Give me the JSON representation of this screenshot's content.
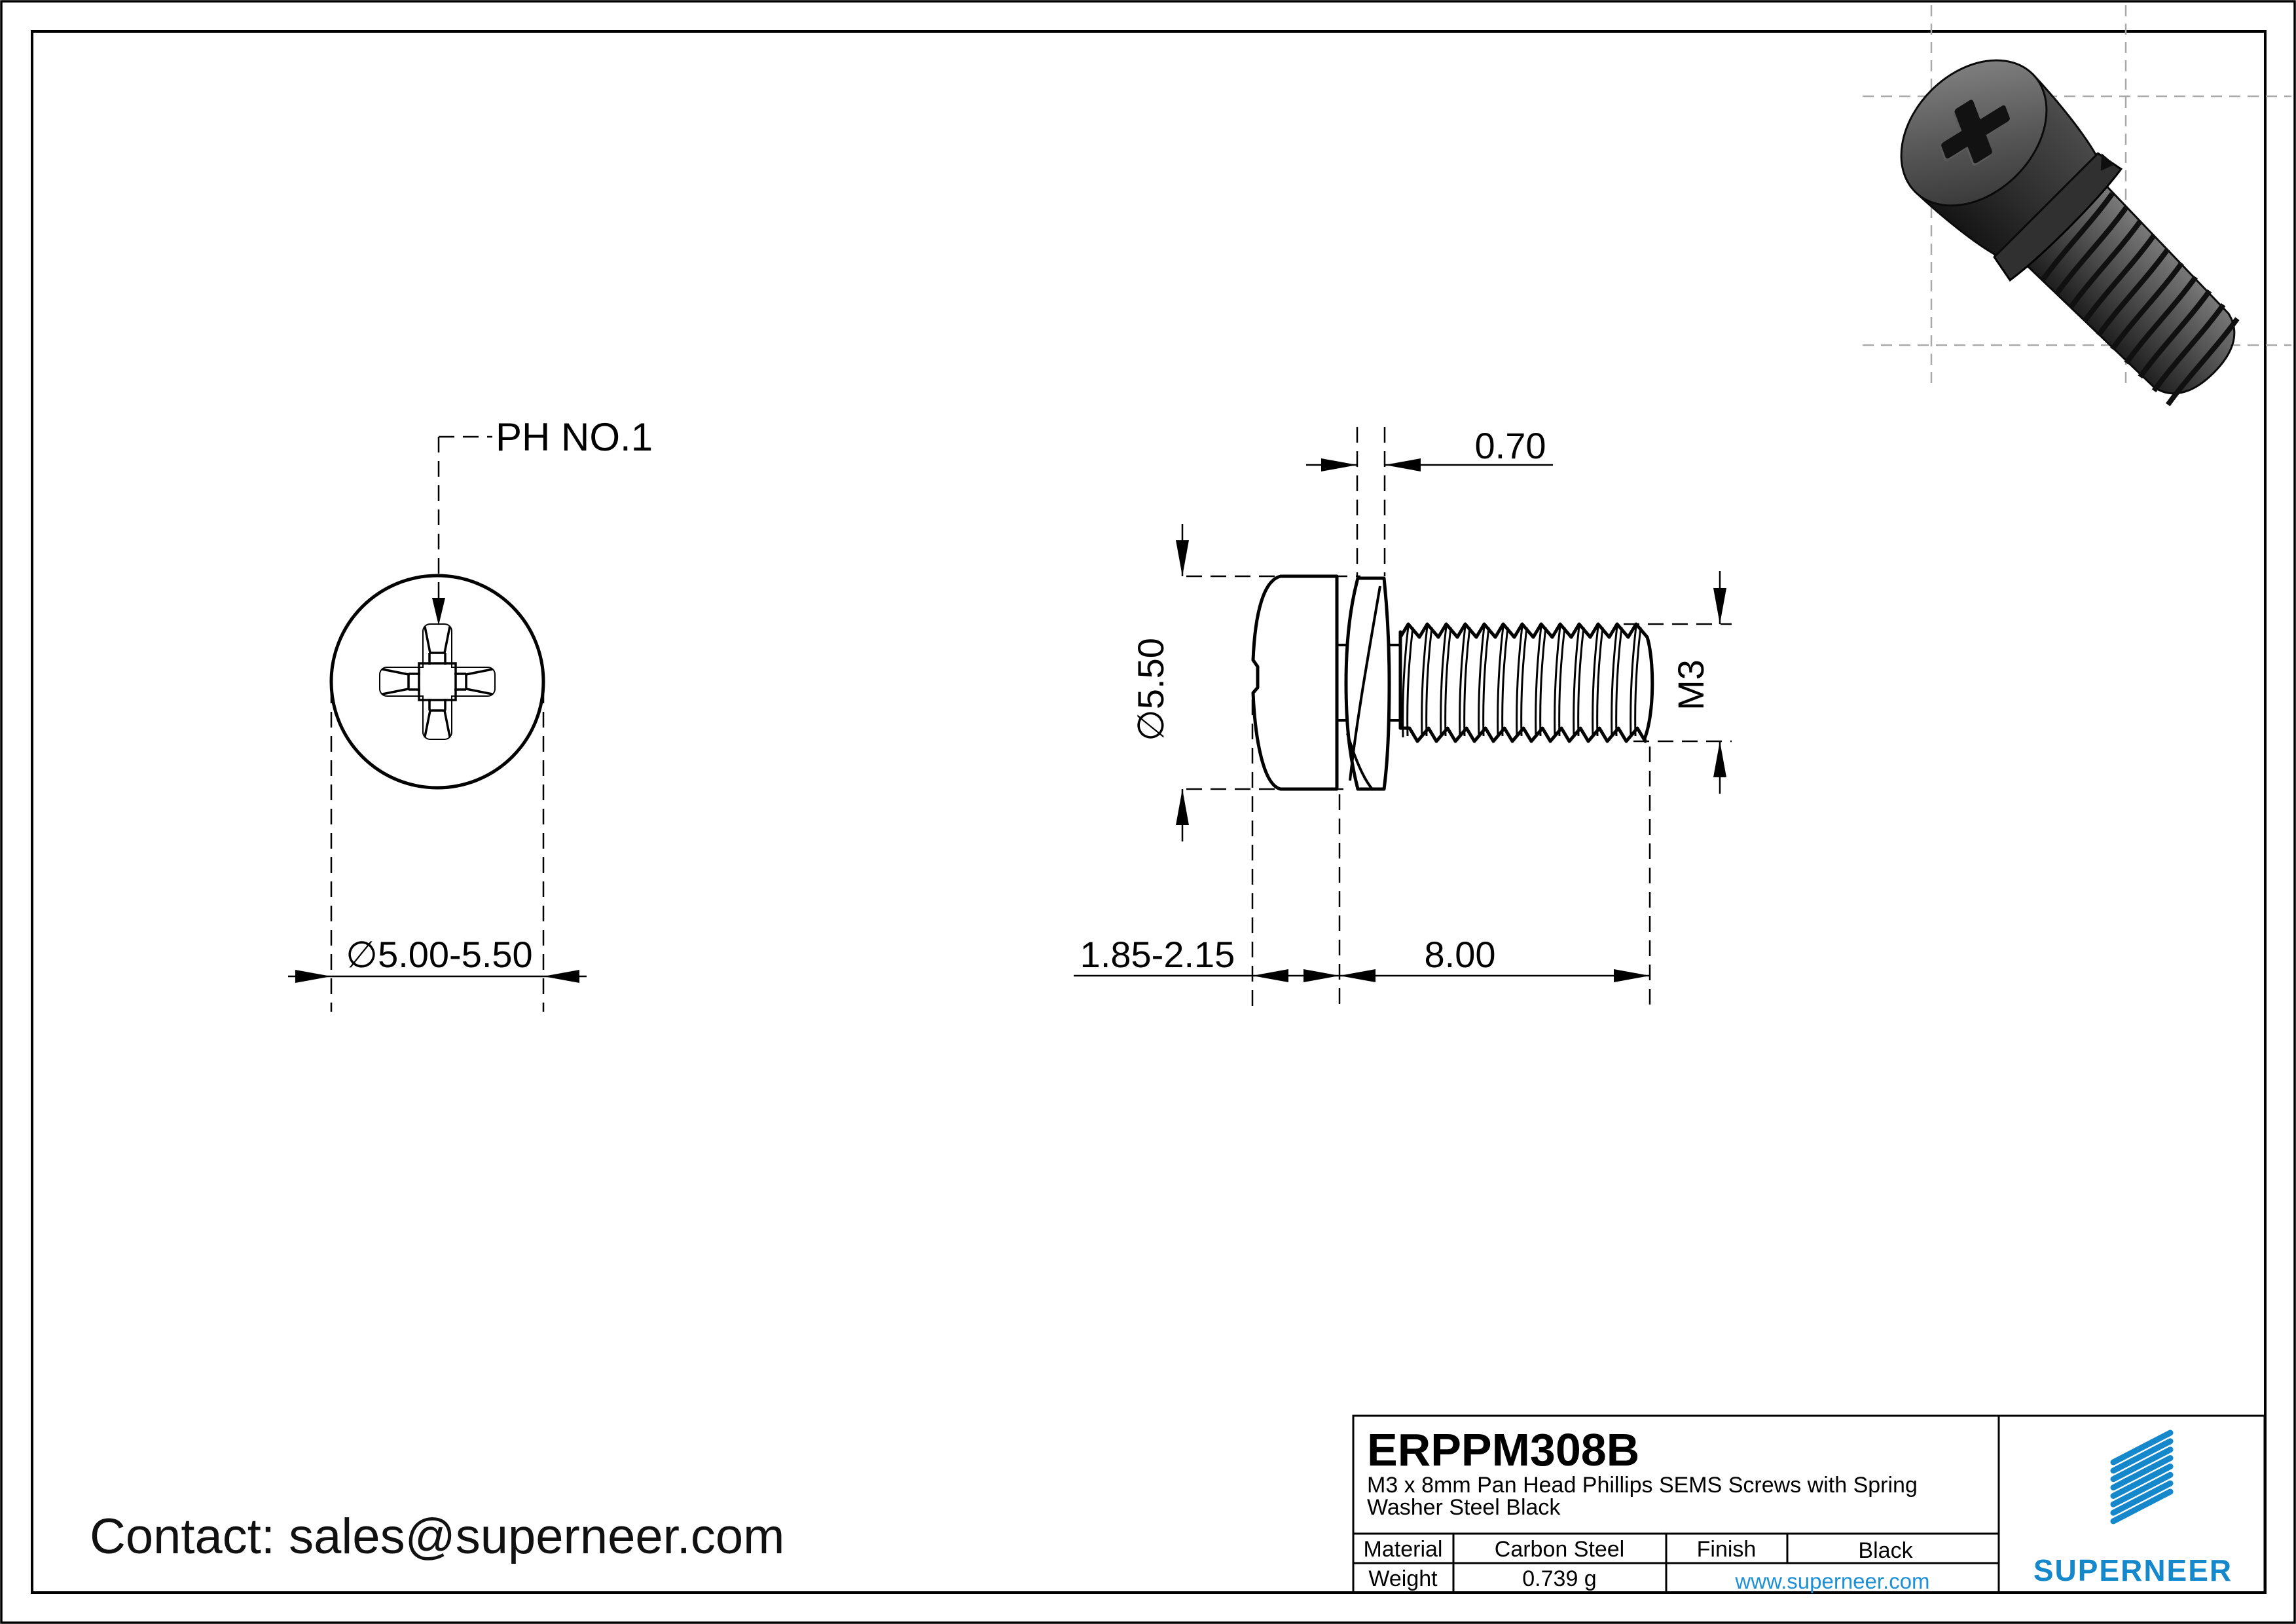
{
  "colors": {
    "paper": "#ffffff",
    "line": "#000000",
    "construction_gray": "#a9a9a9",
    "accent_blue": "#1587cb",
    "link_blue": "#1e90d8"
  },
  "front_view": {
    "drive_label": "PH NO.1",
    "head_diameter_label": "∅5.00-5.50"
  },
  "side_view": {
    "washer_thickness_label": "0.70",
    "head_diameter_label": "∅5.50",
    "thread_size_label": "M3",
    "head_height_label": "1.85-2.15",
    "thread_length_label": "8.00"
  },
  "contact": {
    "label": "Contact: sales@superneer.com"
  },
  "title_block": {
    "part_number": "ERPPM308B",
    "description_line1": "M3 x 8mm Pan Head Phillips SEMS Screws with Spring",
    "description_line2": "Washer Steel Black",
    "material_label": "Material",
    "material_value": "Carbon Steel",
    "finish_label": "Finish",
    "finish_value": "Black",
    "weight_label": "Weight",
    "weight_value": "0.739 g",
    "website": "www.superneer.com",
    "brand": "SUPERNEER",
    "brand_icon": "diagonal-stripes-logo"
  }
}
